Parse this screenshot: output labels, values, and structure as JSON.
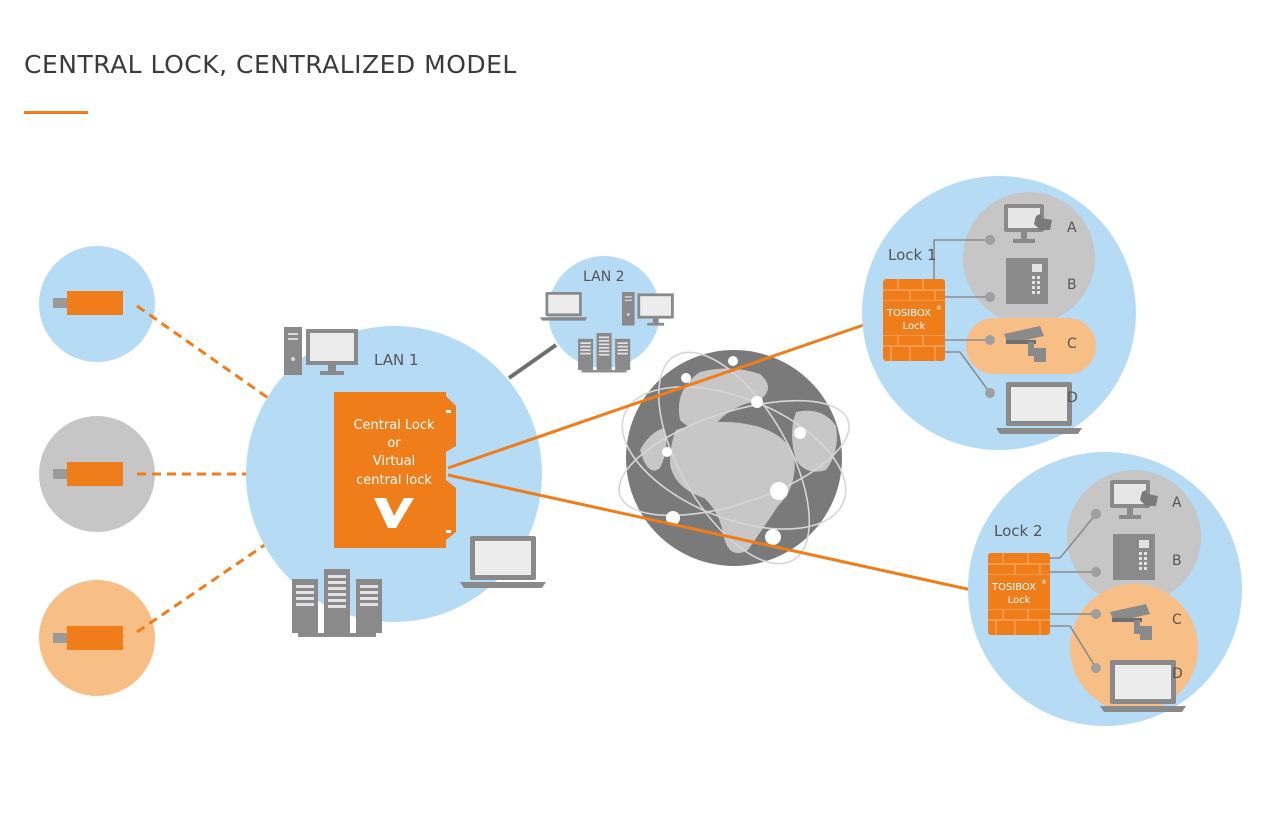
{
  "title": "CENTRAL LOCK, CENTRALIZED MODEL",
  "colors": {
    "accent": "#ee7d1a",
    "lan_blue": "#b5dbf5",
    "key_gray": "#c6c6c6",
    "key_orange": "#f7bf86",
    "device_gray": "#8a8a8a"
  },
  "lan1": {
    "label": "LAN 1"
  },
  "lan2": {
    "label": "LAN 2"
  },
  "central": {
    "line1": "Central Lock",
    "line2": "or",
    "line3": "Virtual",
    "line4": "central lock"
  },
  "lock1": {
    "title": "Lock 1",
    "brand": "TOSIBOX",
    "reg": "®",
    "type": "Lock"
  },
  "lock2": {
    "title": "Lock 2",
    "brand": "TOSIBOX",
    "reg": "®",
    "type": "Lock"
  },
  "devices": {
    "a": "A",
    "b": "B",
    "c": "C",
    "d": "D"
  },
  "icons": [
    "usb-key-icon",
    "desktop-pc-icon",
    "server-rack-icon",
    "laptop-icon",
    "globe-icon",
    "firewall-lock-icon",
    "touch-monitor-icon",
    "door-panel-icon",
    "security-camera-icon",
    "logo-v-icon"
  ]
}
